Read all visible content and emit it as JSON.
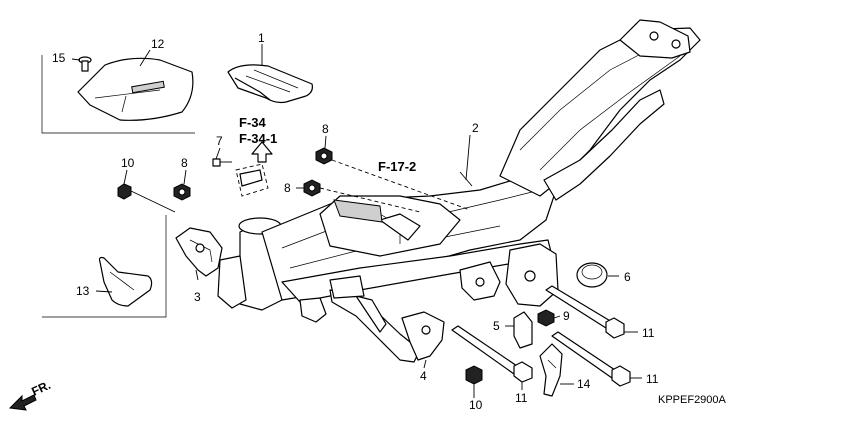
{
  "diagram": {
    "code": "KPPEF2900A",
    "direction_label": "FR.",
    "references": [
      "F-34",
      "F-34-1",
      "F-17-2"
    ],
    "callouts": {
      "c1": "1",
      "c2": "2",
      "c3": "3",
      "c4": "4",
      "c5": "5",
      "c6": "6",
      "c7": "7",
      "c8a": "8",
      "c8b": "8",
      "c8c": "8",
      "c9": "9",
      "c10a": "10",
      "c10b": "10",
      "c11a": "11",
      "c11b": "11",
      "c11c": "11",
      "c12": "12",
      "c13": "13",
      "c14": "14",
      "c15": "15"
    }
  }
}
